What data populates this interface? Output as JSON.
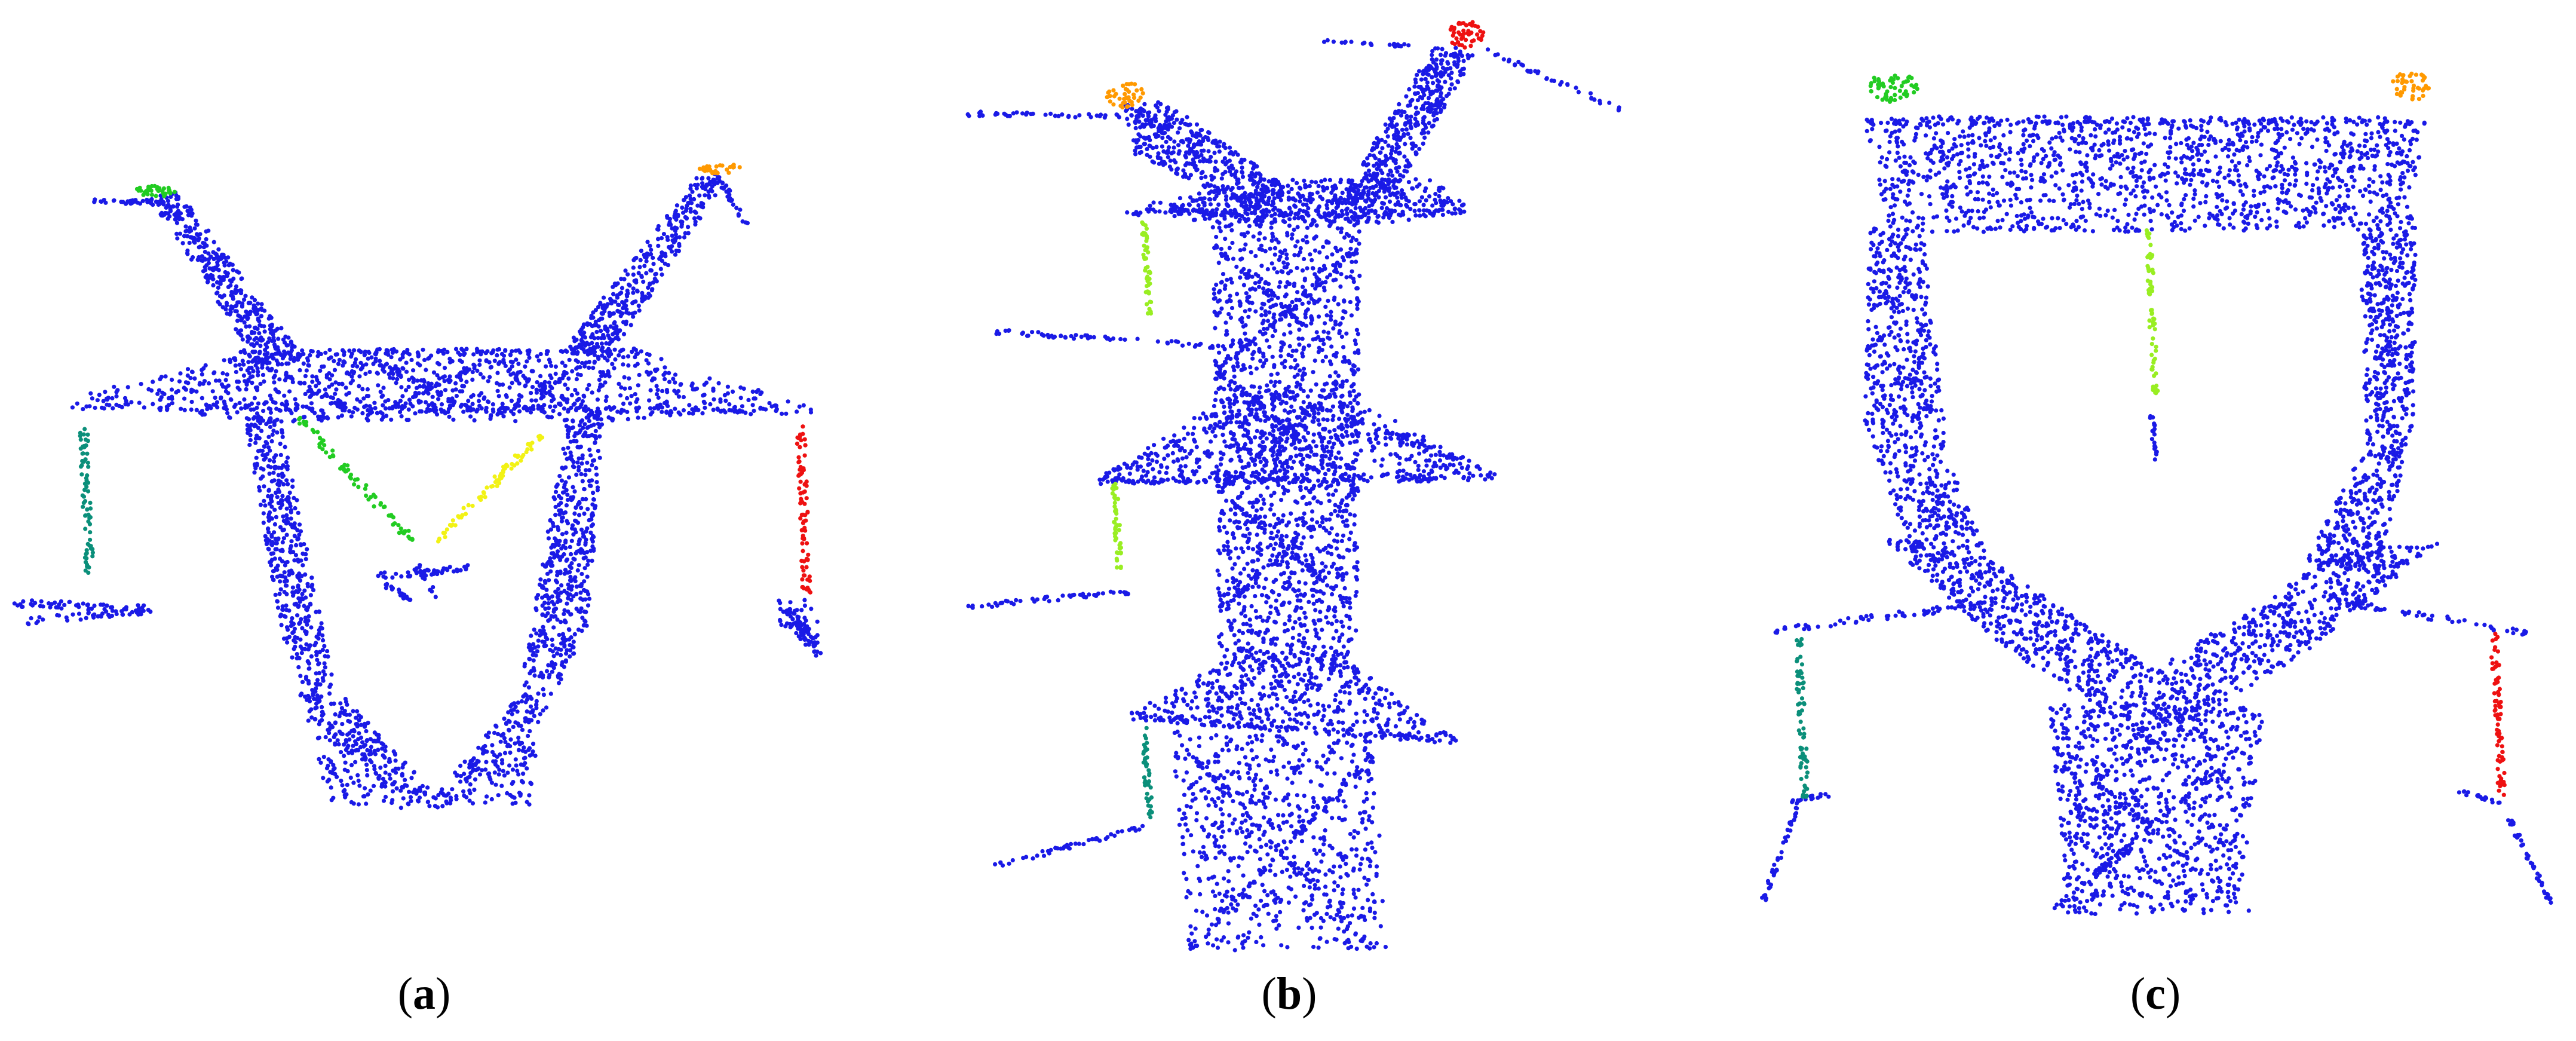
{
  "colors": {
    "structure": "#1a1ae6",
    "ground_wire_left": "#22cc22",
    "ground_wire_right": "#ff9900",
    "ground_wire_top_right_b": "#ee1111",
    "conductor_teal": "#0b8f7a",
    "conductor_red": "#ee1111",
    "conductor_lime": "#99ee22",
    "conductor_yellow": "#f2f214",
    "conductor_green": "#22cc22"
  },
  "panels": [
    {
      "id": "a",
      "caption": {
        "open": "(",
        "letter": "a",
        "close": ")"
      }
    },
    {
      "id": "b",
      "caption": {
        "open": "(",
        "letter": "b",
        "close": ")"
      }
    },
    {
      "id": "c",
      "caption": {
        "open": "(",
        "letter": "c",
        "close": ")"
      }
    }
  ]
}
